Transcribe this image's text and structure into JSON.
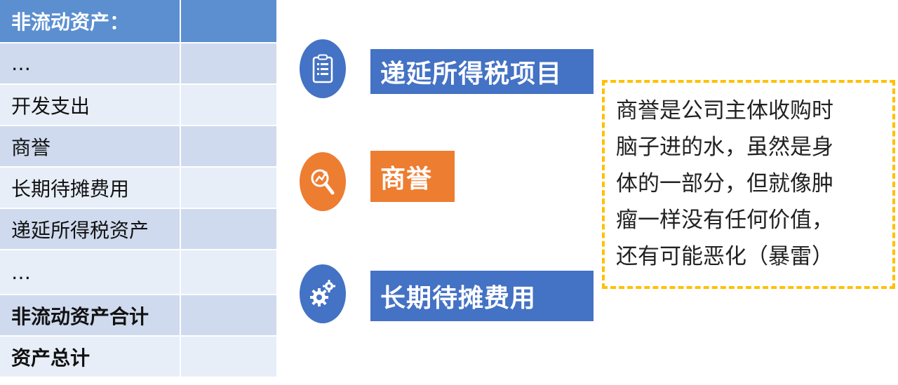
{
  "table": {
    "header": "非流动资产：",
    "rows": [
      {
        "label": "…"
      },
      {
        "label": "开发支出"
      },
      {
        "label": "商誉"
      },
      {
        "label": "长期待摊费用"
      },
      {
        "label": "递延所得税资产"
      },
      {
        "label": "…"
      },
      {
        "label": "非流动资产合计"
      },
      {
        "label": "资产总计"
      }
    ]
  },
  "items": [
    {
      "label": "递延所得税项目",
      "icon": "clipboard-icon",
      "color": "#4472c4"
    },
    {
      "label": "商誉",
      "icon": "magnifier-chart-icon",
      "color": "#ed7d31"
    },
    {
      "label": "长期待摊费用",
      "icon": "gears-icon",
      "color": "#4472c4"
    }
  ],
  "callout": {
    "lines": [
      "商誉是公司主体收购时",
      "脑子进的水，虽然是身",
      "体的一部分，但就像肿",
      "瘤一样没有任何价值，",
      "还有可能恶化（暴雷）"
    ],
    "border_color": "#ffc000"
  }
}
